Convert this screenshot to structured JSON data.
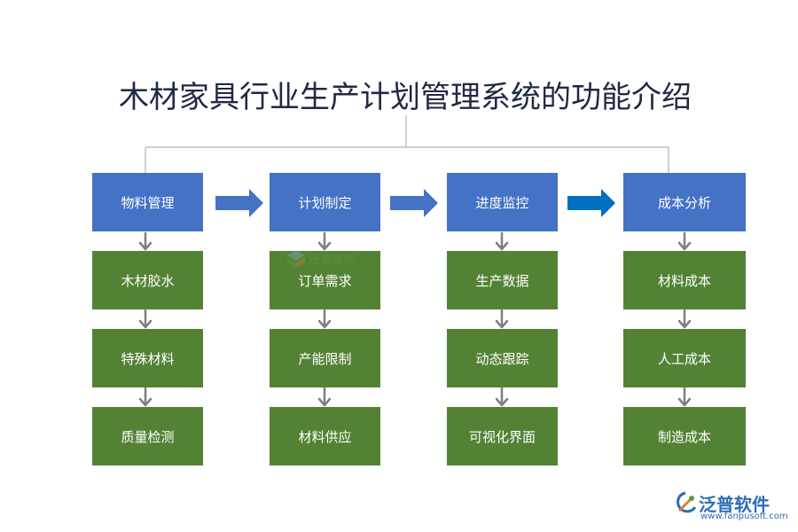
{
  "title": "木材家具行业生产计划管理系统的功能介绍",
  "columns": [
    {
      "header": "物料管理",
      "items": [
        "木材胶水",
        "特殊材料",
        "质量检测"
      ]
    },
    {
      "header": "计划制定",
      "items": [
        "订单需求",
        "产能限制",
        "材料供应"
      ]
    },
    {
      "header": "进度监控",
      "items": [
        "生产数据",
        "动态跟踪",
        "可视化界面"
      ]
    },
    {
      "header": "成本分析",
      "items": [
        "材料成本",
        "人工成本",
        "制造成本"
      ]
    }
  ],
  "logo": {
    "name": "泛普软件",
    "url": "www.fanpusoft.com",
    "icon": "fanpu-logo-icon"
  },
  "watermark": {
    "text": "泛普软件",
    "icon": "fanpu-watermark-icon"
  },
  "colors": {
    "header_fill": "#4472c4",
    "item_fill": "#548235",
    "flow_arrow": "#4472c4",
    "flow_arrow_last": "#0070c0",
    "down_arrow": "#7f7f7f",
    "bracket_line": "#bfbfbf"
  }
}
